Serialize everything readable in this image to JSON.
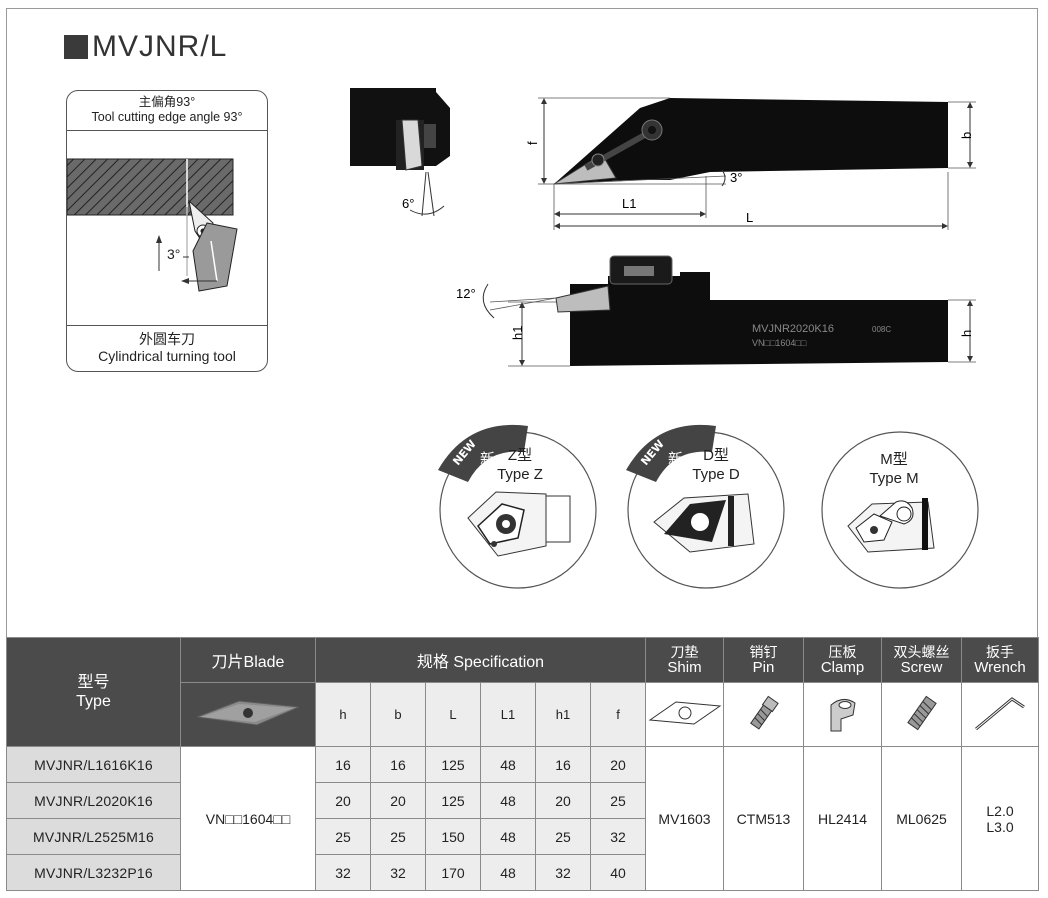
{
  "title": "MVJNR/L",
  "angle_card": {
    "header_cn": "主偏角93°",
    "header_en": "Tool cutting edge angle 93°",
    "diagram_angle": "3°",
    "footer_cn": "外圆车刀",
    "footer_en": "Cylindrical turning tool"
  },
  "drawing_labels": {
    "front_angle": "6°",
    "f": "f",
    "b": "b",
    "h": "h",
    "h1": "h1",
    "L1": "L1",
    "L": "L",
    "angle_3": "3°",
    "angle_12": "12°",
    "body_mark": "MVJNR2020K16",
    "body_mark2": "VN□□1604□□",
    "body_mark3": "008C"
  },
  "types": [
    {
      "new_badge": "NEW",
      "new_cn": "新",
      "cn": "Z型",
      "en": "Type Z"
    },
    {
      "new_badge": "NEW",
      "new_cn": "新",
      "cn": "D型",
      "en": "Type D"
    },
    {
      "cn": "M型",
      "en": "Type M"
    }
  ],
  "table": {
    "type_cn": "型号",
    "type_en": "Type",
    "blade_header": "刀片Blade",
    "spec_header": "规格 Specification",
    "shim_cn": "刀垫",
    "shim_en": "Shim",
    "pin_cn": "销钉",
    "pin_en": "Pin",
    "clamp_cn": "压板",
    "clamp_en": "Clamp",
    "screw_cn": "双头螺丝",
    "screw_en": "Screw",
    "wrench_cn": "扳手",
    "wrench_en": "Wrench",
    "spec_columns": [
      "h",
      "b",
      "L",
      "L1",
      "h1",
      "f"
    ],
    "blade": "VN□□1604□□",
    "shim": "MV1603",
    "pin": "CTM513",
    "clamp": "HL2414",
    "screw": "ML0625",
    "wrench_1": "L2.0",
    "wrench_2": "L3.0",
    "rows": [
      {
        "type": "MVJNR/L1616K16",
        "h": "16",
        "b": "16",
        "L": "125",
        "L1": "48",
        "h1": "16",
        "f": "20"
      },
      {
        "type": "MVJNR/L2020K16",
        "h": "20",
        "b": "20",
        "L": "125",
        "L1": "48",
        "h1": "20",
        "f": "25"
      },
      {
        "type": "MVJNR/L2525M16",
        "h": "25",
        "b": "25",
        "L": "150",
        "L1": "48",
        "h1": "25",
        "f": "32"
      },
      {
        "type": "MVJNR/L3232P16",
        "h": "32",
        "b": "32",
        "L": "170",
        "L1": "48",
        "h1": "32",
        "f": "40"
      }
    ]
  }
}
